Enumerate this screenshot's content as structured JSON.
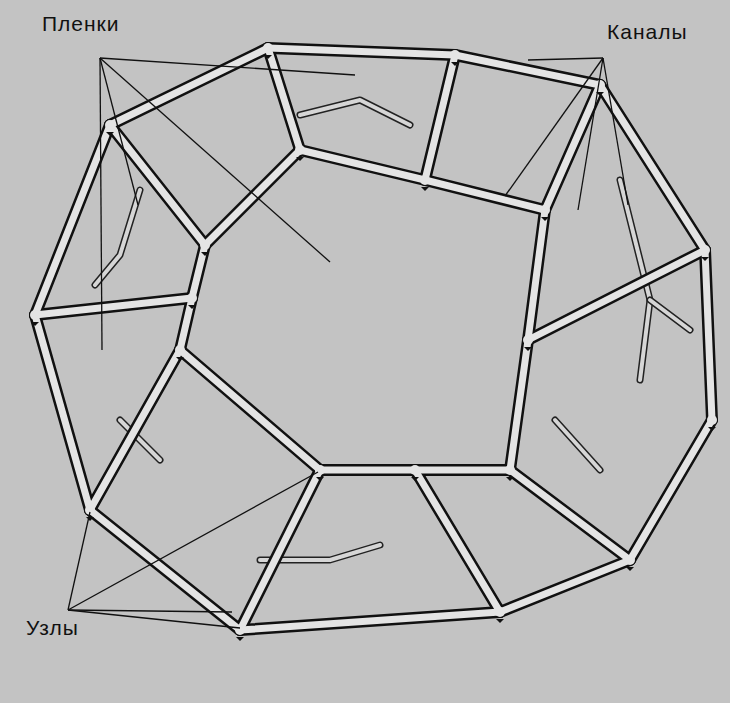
{
  "diagram": {
    "labels": [
      "Пленки",
      "Каналы",
      "Узлы"
    ]
  }
}
